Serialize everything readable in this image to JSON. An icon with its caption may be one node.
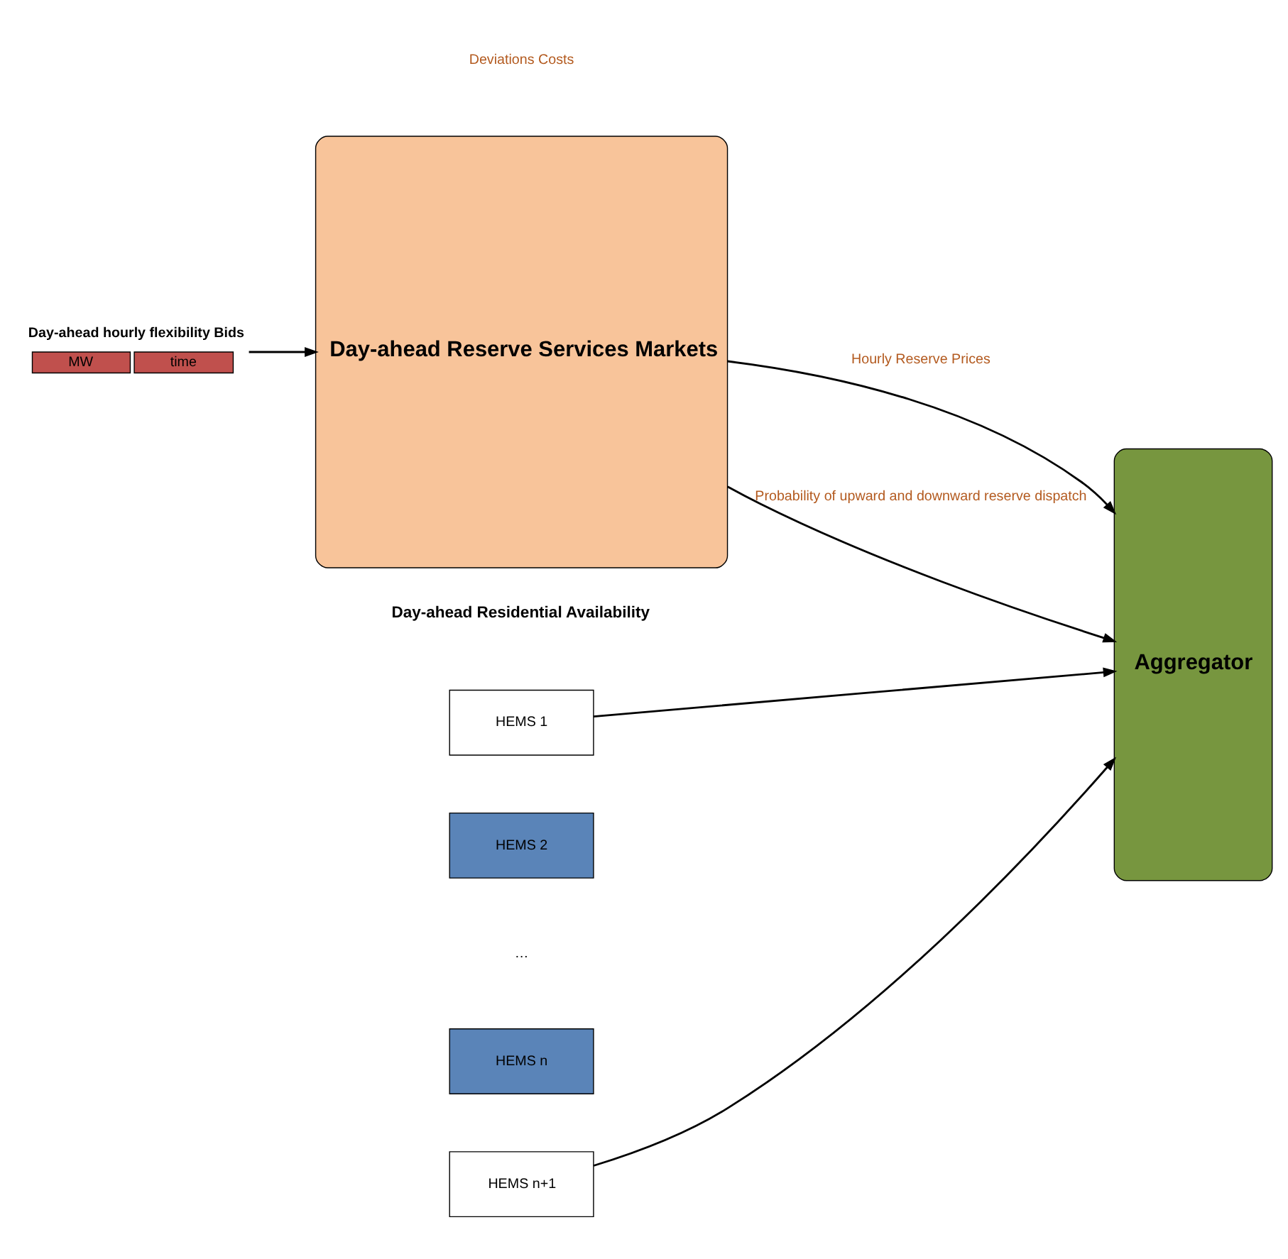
{
  "diagram": {
    "nodes": [
      {
        "text": [
          "HEMS 1"
        ]
      },
      {
        "text": [
          "HEMS 2"
        ]
      },
      {
        "text": [
          "HEMS n"
        ]
      },
      {
        "text": [
          "HEMS n+1"
        ]
      },
      {
        "text": [
          "Aggregator"
        ]
      },
      {
        "text": [
          "Day-ahead hourly flexibility Bids",
          "MW",
          "time"
        ]
      },
      {
        "text": [
          "Day-ahead Reserve Services Markets"
        ]
      }
    ],
    "edges": [
      {
        "from": 0,
        "to": 4,
        "arrow": "to"
      },
      {
        "from": 3,
        "to": 4,
        "arrow": "to"
      },
      {
        "from": 6,
        "to": 4,
        "arrow": "to",
        "label": "Hourly Reserve Prices"
      },
      {
        "from": 5,
        "to": 6,
        "arrow": "to"
      },
      {
        "from": 6,
        "to": 4,
        "arrow": "to",
        "label": "Probability of upward and downward reserve dispatch"
      }
    ],
    "labels": [
      "Day-ahead Residential Availability",
      "Deviations Costs",
      "…"
    ]
  }
}
